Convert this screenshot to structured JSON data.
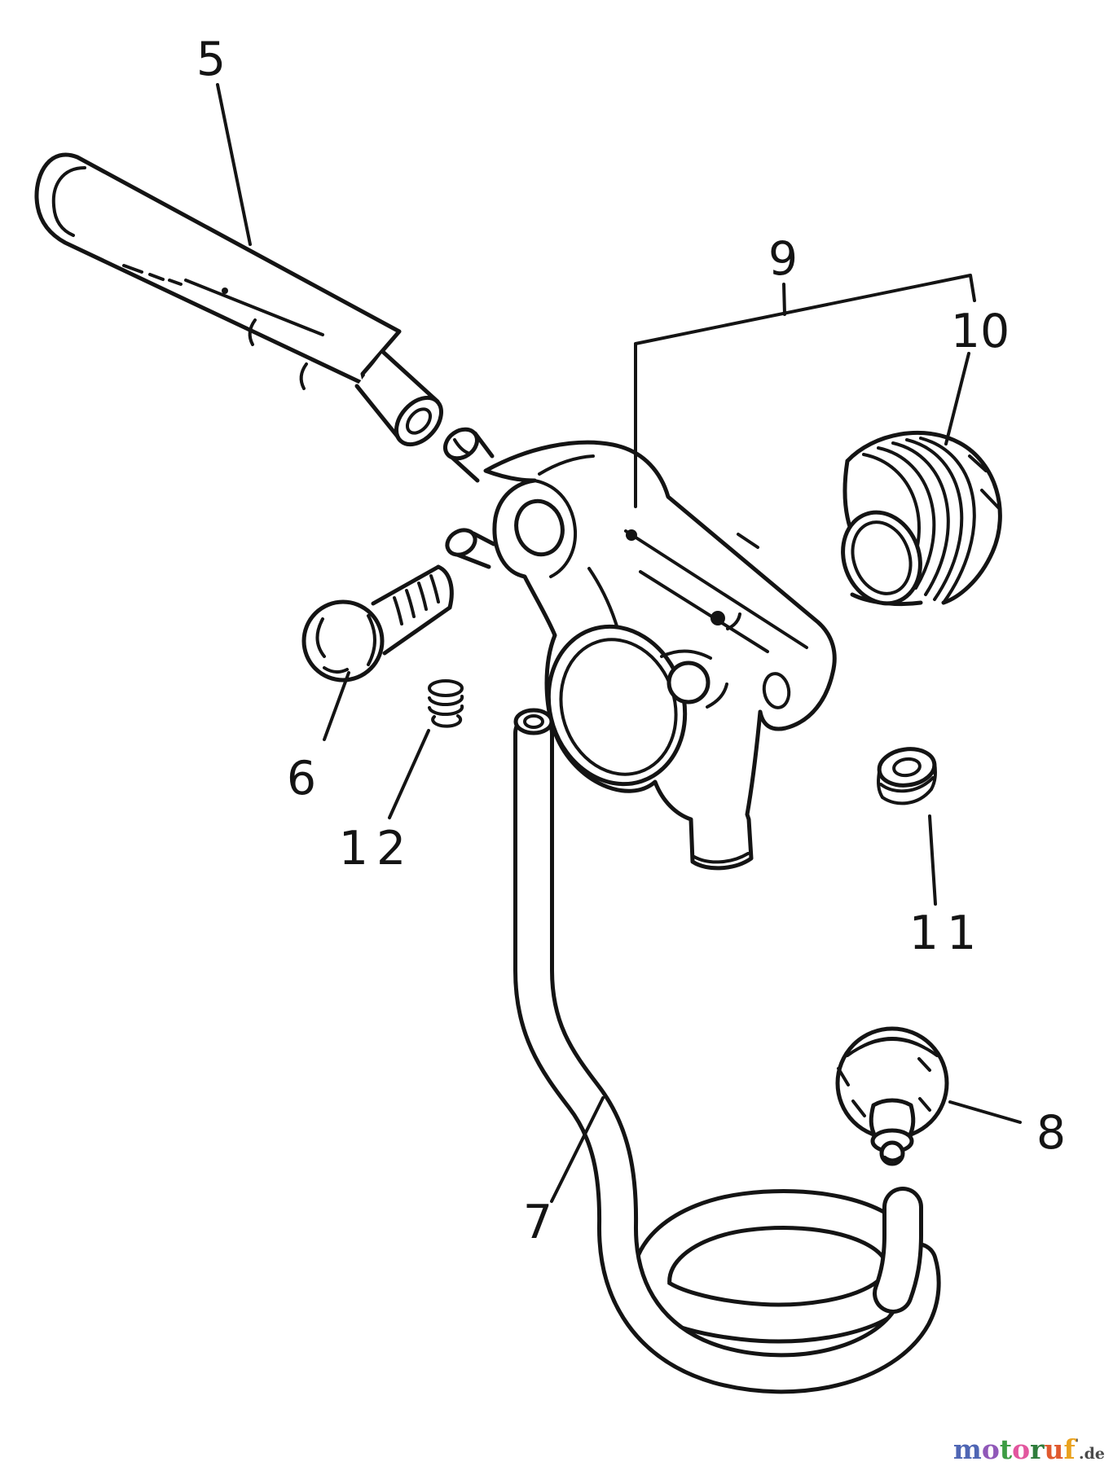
{
  "diagram": {
    "background": "#ffffff",
    "line_color": "#141414",
    "callouts": [
      {
        "number": "5"
      },
      {
        "number": "6"
      },
      {
        "number": "7"
      },
      {
        "number": "8"
      },
      {
        "number": "9"
      },
      {
        "number": "10"
      },
      {
        "number": "11"
      },
      {
        "number": "12"
      }
    ]
  },
  "watermark": {
    "letters": [
      {
        "ch": "m",
        "color": "#4f66b4"
      },
      {
        "ch": "o",
        "color": "#9058b8"
      },
      {
        "ch": "t",
        "color": "#3d9c44"
      },
      {
        "ch": "o",
        "color": "#e2569e"
      },
      {
        "ch": "r",
        "color": "#2f7d3c"
      },
      {
        "ch": "u",
        "color": "#e05a2e"
      },
      {
        "ch": "f",
        "color": "#eaa21e"
      }
    ],
    "mark": "'",
    "mark_color": "#4a4a4a",
    "suffix": ".de",
    "suffix_color": "#4a4a4a"
  }
}
